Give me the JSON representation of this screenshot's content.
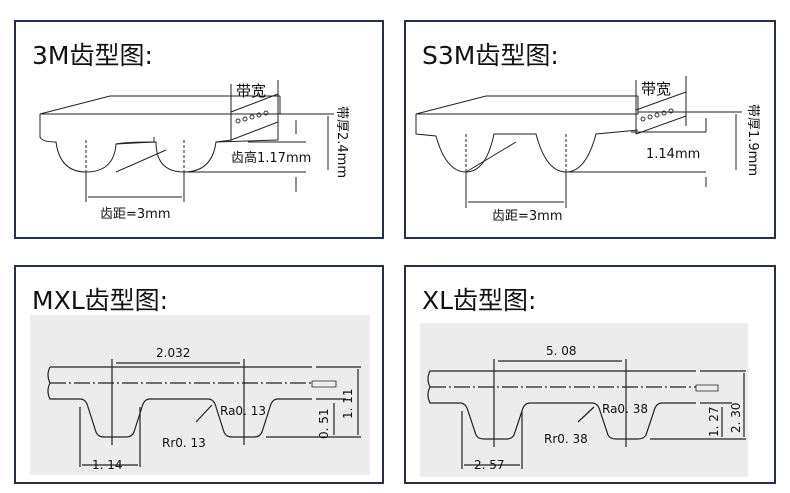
{
  "panels": [
    {
      "title": "3M齿型图:",
      "belt_width": "带宽",
      "thickness": "带厚2.4mm",
      "tooth_height": "齿高1.17mm",
      "pitch": "齿距=3mm"
    },
    {
      "title": "S3M齿型图:",
      "belt_width": "带宽",
      "thickness": "带厚1.9mm",
      "tooth_height": "1.14mm",
      "pitch": "齿距=3mm"
    },
    {
      "title": "MXL齿型图:",
      "pitch": "2.032",
      "ra": "Ra0. 13",
      "rr": "Rr0. 13",
      "tooth_width": "1. 14",
      "tooth_height": "0. 51",
      "thickness": "1. 11"
    },
    {
      "title": "XL齿型图:",
      "pitch": "5. 08",
      "ra": "Ra0. 38",
      "rr": "Rr0. 38",
      "tooth_width": "2. 57",
      "tooth_height": "1. 27",
      "thickness": "2. 30"
    }
  ],
  "colors": {
    "border": "#27304a",
    "diagram_bg": "#ececec"
  }
}
